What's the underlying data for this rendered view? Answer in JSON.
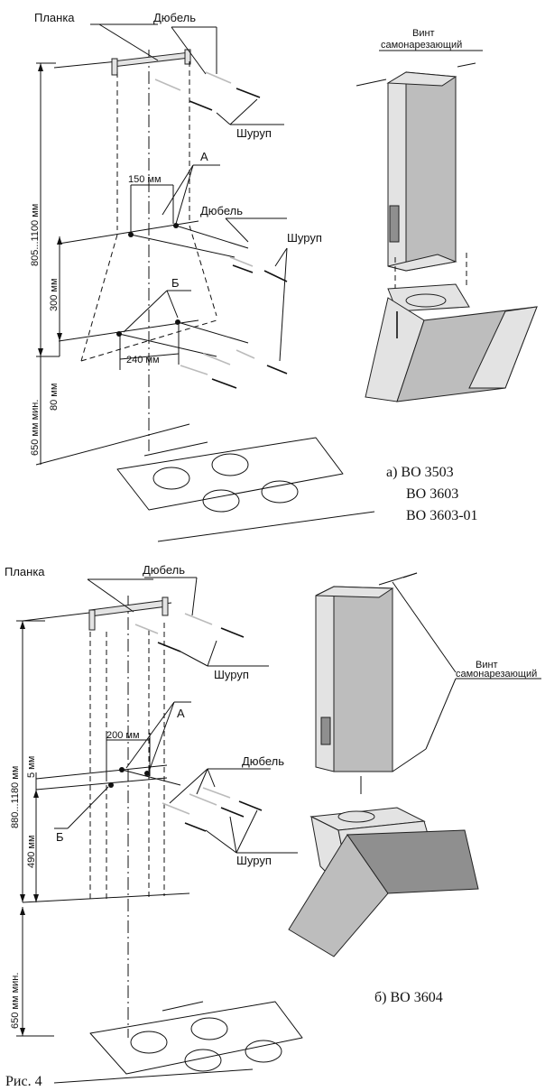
{
  "top": {
    "planka": "Планка",
    "dubel1": "Дюбель",
    "shurup1": "Шуруп",
    "dim_150": "150 мм",
    "label_a": "А",
    "dubel2": "Дюбель",
    "shurup2": "Шуруп",
    "label_b": "Б",
    "dim_240": "240 мм",
    "dim_805": "805...1100 мм",
    "dim_300": "300 мм",
    "dim_80": "80 мм",
    "dim_650": "650 мм мин.",
    "vint1": "Винт",
    "vint2": "самонарезающий",
    "model_a1": "а) ВО 3503",
    "model_a2": "ВО 3603",
    "model_a3": "ВО 3603-01"
  },
  "bottom": {
    "planka": "Планка",
    "dubel1": "Дюбель",
    "shurup1": "Шуруп",
    "label_a": "А",
    "dim_200": "200 мм",
    "dim_5": "5 мм",
    "dubel2": "Дюбель",
    "label_b": "Б",
    "shurup2": "Шуруп",
    "dim_880": "880...1180 мм",
    "dim_490": "490 мм",
    "dim_650": "650 мм мин.",
    "vint1": "Винт",
    "vint2": "самонарезающий",
    "model_b": "б) ВО 3604"
  },
  "caption": "Рис. 4"
}
